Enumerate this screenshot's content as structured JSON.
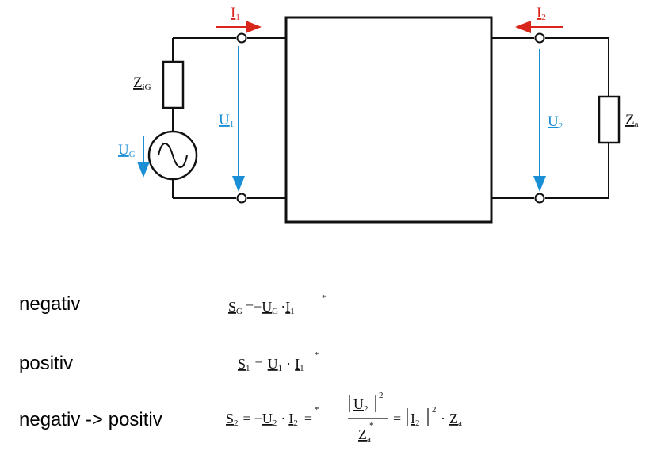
{
  "circuit": {
    "current1": {
      "main": "I",
      "sub": "1"
    },
    "current2": {
      "main": "I",
      "sub": "2"
    },
    "voltage1": {
      "main": "U",
      "sub": "1"
    },
    "voltage2": {
      "main": "U",
      "sub": "2"
    },
    "source_voltage": {
      "main": "U",
      "sub": "G"
    },
    "source_impedance": {
      "main": "Z",
      "sub": "iG"
    },
    "load_impedance": {
      "main": "Z",
      "sub": "a"
    },
    "colors": {
      "current": "#d9261c",
      "voltage": "#1a8fd6",
      "wire": "#111111"
    }
  },
  "rows": [
    {
      "label": "negativ"
    },
    {
      "label": "positiv"
    },
    {
      "label": "negativ -> positiv"
    }
  ],
  "formula": {
    "S": "S",
    "U": "U",
    "I": "I",
    "Z": "Z",
    "sG": "G",
    "s1": "1",
    "s2": "2",
    "sa": "a",
    "eq": "=",
    "neg": "−",
    "dot": "·",
    "star": "*",
    "sq": "2"
  }
}
